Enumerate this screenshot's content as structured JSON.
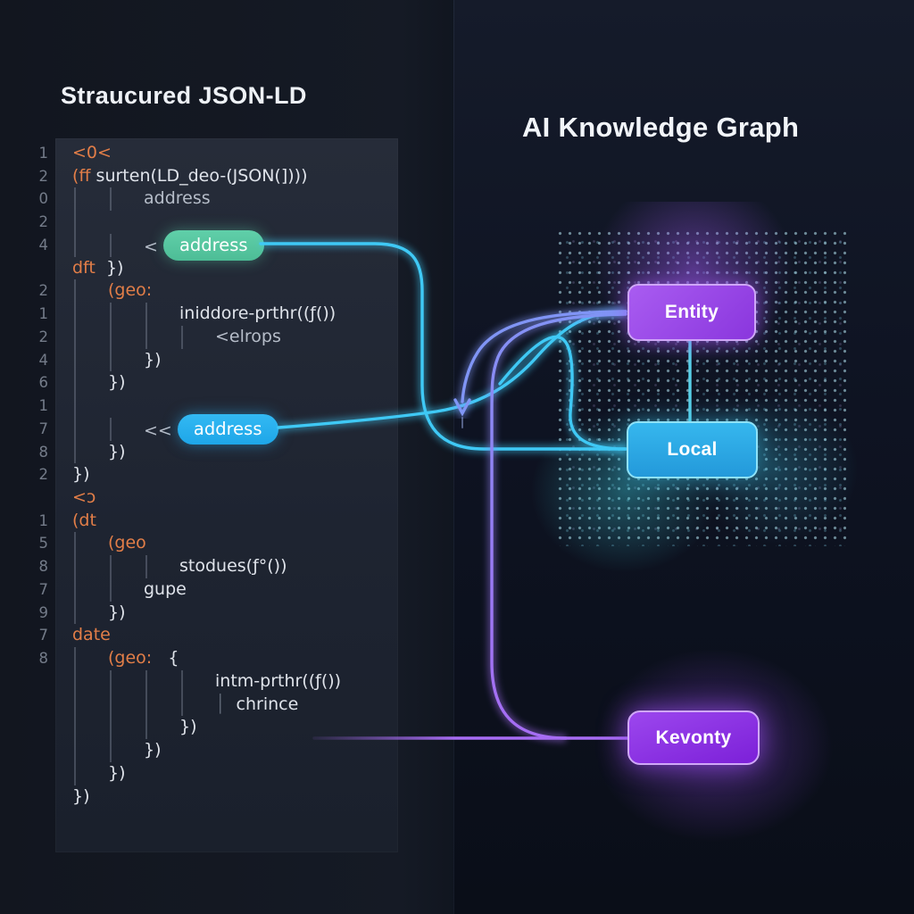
{
  "left_panel": {
    "title": "Straucured JSON-LD",
    "code": {
      "lines": [
        {
          "num": "1",
          "indent": 0,
          "segs": [
            [
              "kw",
              "<0<"
            ]
          ]
        },
        {
          "num": "2",
          "indent": 0,
          "segs": [
            [
              "kw",
              "(ff "
            ],
            [
              "tx",
              "surten(LD_deo-(JSON(])))"
            ]
          ]
        },
        {
          "num": "0",
          "indent": 2,
          "segs": [
            [
              "dim",
              "address"
            ]
          ]
        },
        {
          "num": "2",
          "indent": 1,
          "segs": []
        },
        {
          "num": "4",
          "indent": 2,
          "segs": [
            [
              "dim",
              "< "
            ],
            [
              "pill_green",
              "address"
            ]
          ]
        },
        {
          "num": "",
          "indent": 0,
          "segs": [
            [
              "kw",
              "dft"
            ],
            [
              "tx",
              "  })"
            ]
          ]
        },
        {
          "num": "2",
          "indent": 1,
          "segs": [
            [
              "kw",
              "(geo:"
            ]
          ]
        },
        {
          "num": "1",
          "indent": 3,
          "segs": [
            [
              "tx",
              "iniddore-prthr((ƒ())"
            ]
          ]
        },
        {
          "num": "2",
          "indent": 4,
          "segs": [
            [
              "dim",
              "<elrops"
            ]
          ]
        },
        {
          "num": "4",
          "indent": 2,
          "segs": [
            [
              "tx",
              "})"
            ]
          ]
        },
        {
          "num": "6",
          "indent": 1,
          "segs": [
            [
              "tx",
              "})"
            ]
          ]
        },
        {
          "num": "1",
          "indent": 1,
          "segs": []
        },
        {
          "num": "7",
          "indent": 2,
          "segs": [
            [
              "dim",
              "<< "
            ],
            [
              "pill_blue",
              "address"
            ]
          ]
        },
        {
          "num": "8",
          "indent": 1,
          "segs": [
            [
              "tx",
              "})"
            ]
          ]
        },
        {
          "num": "2",
          "indent": 0,
          "segs": [
            [
              "tx",
              "})"
            ]
          ]
        },
        {
          "num": "",
          "indent": 0,
          "segs": [
            [
              "kw",
              "<ɔ"
            ]
          ]
        },
        {
          "num": "1",
          "indent": 0,
          "segs": [
            [
              "kw",
              "(dt"
            ]
          ]
        },
        {
          "num": "5",
          "indent": 1,
          "segs": [
            [
              "kw",
              "(geo"
            ]
          ]
        },
        {
          "num": "8",
          "indent": 3,
          "segs": [
            [
              "tx",
              "stodues(ƒ°())"
            ]
          ]
        },
        {
          "num": "7",
          "indent": 2,
          "segs": [
            [
              "tx",
              "gupe"
            ]
          ]
        },
        {
          "num": "9",
          "indent": 1,
          "segs": [
            [
              "tx",
              "})"
            ]
          ]
        },
        {
          "num": "7",
          "indent": 0,
          "segs": [
            [
              "kw",
              "date"
            ]
          ]
        },
        {
          "num": "8",
          "indent": 1,
          "segs": [
            [
              "kw",
              "(geo:"
            ],
            [
              "tx",
              "   {"
            ]
          ]
        },
        {
          "num": "",
          "indent": 4,
          "segs": [
            [
              "tx",
              "intm-prthr((ƒ())"
            ]
          ]
        },
        {
          "num": "",
          "indent": 4,
          "segs": [
            [
              "gd",
              "│"
            ],
            [
              "tx",
              "  chrince"
            ]
          ]
        },
        {
          "num": "",
          "indent": 3,
          "segs": [
            [
              "tx",
              "})"
            ]
          ]
        },
        {
          "num": "",
          "indent": 2,
          "segs": [
            [
              "tx",
              "})"
            ]
          ]
        },
        {
          "num": "",
          "indent": 1,
          "segs": [
            [
              "tx",
              "})"
            ]
          ]
        },
        {
          "num": "",
          "indent": 0,
          "segs": [
            [
              "tx",
              "})"
            ]
          ]
        }
      ]
    }
  },
  "graph": {
    "title": "AI Knowledge Graph",
    "nodes": [
      {
        "id": "entity",
        "label": "Entity"
      },
      {
        "id": "local",
        "label": "Local"
      },
      {
        "id": "kevonty",
        "label": "Kevonty"
      }
    ]
  },
  "colors": {
    "cyan_wire": "#3fc9f5",
    "periwinkle_wire": "#8095f5",
    "purple_wire": "#a76cf3",
    "entity_fill": "#9b4ce8",
    "local_fill": "#2bb0ec",
    "kevonty_fill": "#8d32e6",
    "pill_green": "#55c7a0",
    "pill_blue": "#29b0ee",
    "keyword_orange": "#e27e48"
  }
}
